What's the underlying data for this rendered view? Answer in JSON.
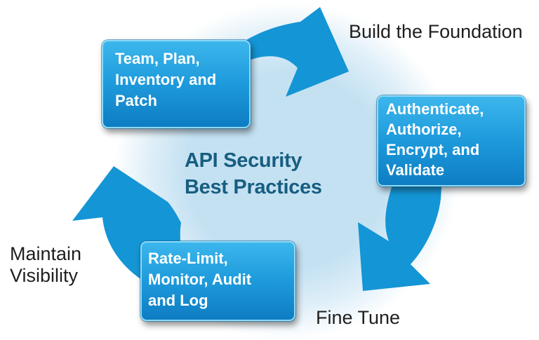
{
  "diagram": {
    "title": {
      "line1": "API Security",
      "line2": "Best Practices"
    },
    "boxes": [
      {
        "name": "team-plan-inventory-patch",
        "lines": [
          "Team, Plan,",
          "Inventory and",
          "Patch"
        ]
      },
      {
        "name": "authenticate-authorize-encrypt-validate",
        "lines": [
          "Authenticate,",
          "Authorize,",
          "Encrypt, and",
          "Validate"
        ]
      },
      {
        "name": "rate-limit-monitor-audit-log",
        "lines": [
          "Rate-Limit,",
          "Monitor, Audit",
          "and Log"
        ]
      }
    ],
    "labels": {
      "build_foundation": "Build the Foundation",
      "fine_tune": "Fine Tune",
      "maintain_visibility": {
        "line1": "Maintain",
        "line2": "Visibility"
      }
    },
    "colors": {
      "arrow": "#1495D5",
      "box_top": "#3CB6EC",
      "box_mid": "#1E9BDC",
      "box_bottom": "#0E7DC3",
      "box_border": "#8CDAF8",
      "box_text": "#FFFFFF",
      "title_text": "#175E80",
      "label_text": "#1F1F1F",
      "circle_fill": "#C4E1F2"
    }
  }
}
